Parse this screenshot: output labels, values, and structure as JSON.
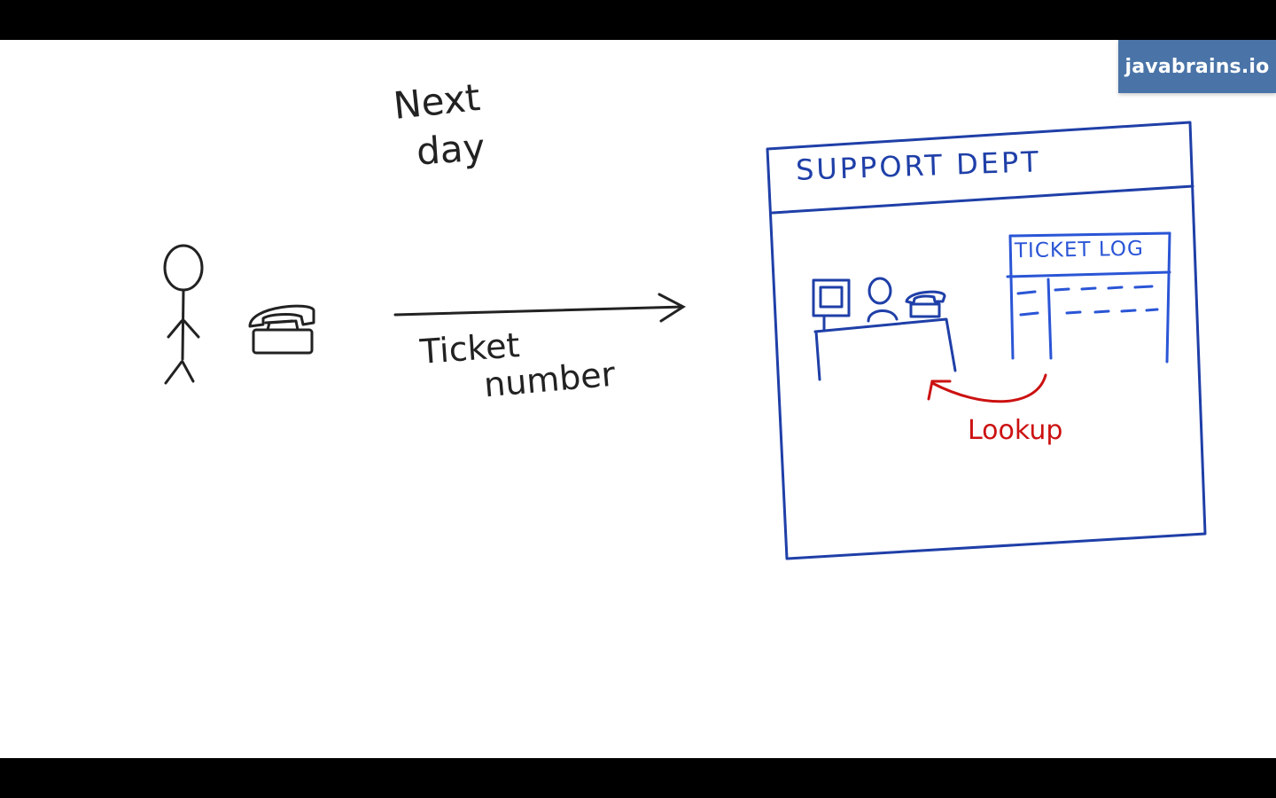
{
  "watermark": {
    "text": "javabrains.io"
  },
  "notes": {
    "next_day_line1": "Next",
    "next_day_line2": "day",
    "arrow_label_line1": "Ticket",
    "arrow_label_line2": "number"
  },
  "support_dept": {
    "title": "SUPPORT DEPT",
    "ticket_log_title": "TICKET LOG",
    "lookup_label": "Lookup"
  },
  "colors": {
    "ink_black": "#222222",
    "ink_blue": "#1f3fa8",
    "ink_red": "#cc1111",
    "watermark_bg": "#4a74a8"
  },
  "icons": [
    "stick-figure-icon",
    "telephone-icon",
    "computer-icon",
    "support-agent-icon"
  ]
}
